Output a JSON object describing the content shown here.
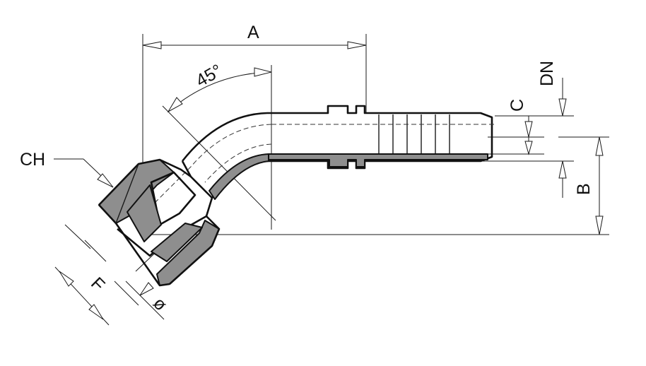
{
  "labels": {
    "A": "A",
    "B": "B",
    "C": "C",
    "DN": "DN",
    "CH": "CH",
    "F": "F",
    "phi": "ø",
    "angle": "45°"
  },
  "colors": {
    "line": "#111111",
    "section_fill": "#8e8e8e",
    "background": "#ffffff"
  }
}
